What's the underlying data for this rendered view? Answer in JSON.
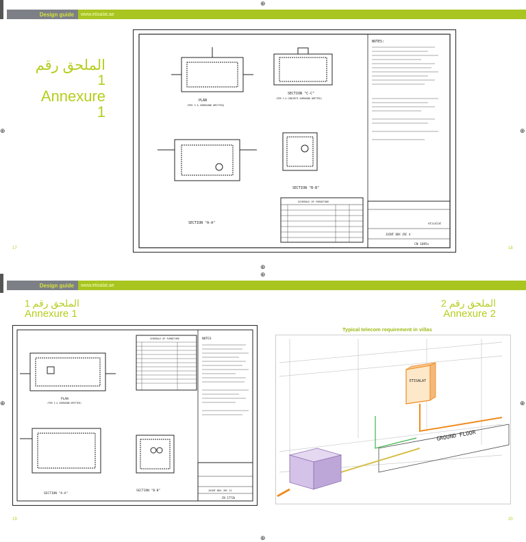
{
  "page_top": {
    "header": {
      "section": "Design guide",
      "url": "www.etisalat.ae"
    },
    "annexure_arabic": "الملحق رقم 1",
    "annexure_english": "Annexure 1",
    "page_left": "17",
    "page_right": "18",
    "drawing": {
      "plan_title": "PLAN",
      "plan_sub": "(PER 3 & SURROUND OMITTED)",
      "section_cc": "SECTION \"C-C\"",
      "section_cc_sub": "(PER 3 & CONCRETE SURROUND OMITTED)",
      "section_aa": "SECTION \"A-A\"",
      "section_bb": "SECTION \"B-B\"",
      "notes_title": "NOTES:",
      "schedule_title": "SCHEDULE OF FURNITURE",
      "title_block_name": "JOINT BOX JRC 4",
      "title_block_ref": "CN 1895c",
      "logo_text": "etisalat"
    }
  },
  "page_bottom": {
    "header": {
      "section": "Design guide",
      "url": "www.etisalat.ae"
    },
    "left": {
      "annexure_arabic": "الملحق رقم 1",
      "annexure_english": "Annexure 1",
      "page": "19",
      "drawing": {
        "schedule_title": "SCHEDULE OF FURNITURE",
        "notes_title": "NOTES",
        "plan_title": "PLAN",
        "plan_sub": "(PER 3 & SURROUND OMITTED)",
        "section_aa": "SECTION \"A-A\"",
        "section_bb": "SECTION \"B-B\"",
        "title_block_name": "JOINT BOX JRC 12",
        "title_block_ref": "CN 1772b"
      }
    },
    "right": {
      "annexure_arabic": "الملحق رقم 2",
      "annexure_english": "Annexure 2",
      "caption": "Typical telecom requirement in villas",
      "page": "20",
      "drawing": {
        "cabinet_brand": "ETISALAT",
        "ground_floor": "GROUND FLOOR"
      }
    }
  },
  "colors": {
    "accent_lime": "#a8c520",
    "header_dark": "#7c8086",
    "annex_text": "#b5cd1c",
    "cabinet_orange": "#f08a1c",
    "pipe_green": "#3ab54a",
    "wall_purple": "#bda7d8"
  },
  "icons": [
    "registration-mark-icon"
  ]
}
